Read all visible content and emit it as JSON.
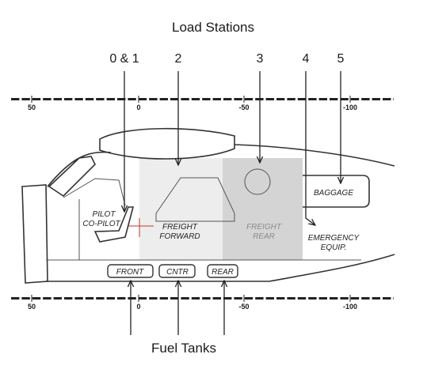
{
  "title": "Load Stations",
  "footer_label": "Fuel Tanks",
  "stations": [
    {
      "id": "0-1",
      "label": "0 & 1"
    },
    {
      "id": "2",
      "label": "2"
    },
    {
      "id": "3",
      "label": "3"
    },
    {
      "id": "4",
      "label": "4"
    },
    {
      "id": "5",
      "label": "5"
    }
  ],
  "scale": {
    "tick_labels": [
      "50",
      "0",
      "-50",
      "-100"
    ]
  },
  "zones": {
    "pilot": "PILOT",
    "copilot": "CO-PILOT",
    "freight_forward_line1": "FREIGHT",
    "freight_forward_line2": "FORWARD",
    "freight_rear_line1": "FREIGHT",
    "freight_rear_line2": "REAR",
    "baggage": "BAGGAGE",
    "emergency_line1": "EMERGENCY",
    "emergency_line2": "EQUIP."
  },
  "fuel_tanks": [
    {
      "id": "front",
      "label": "FRONT"
    },
    {
      "id": "cntr",
      "label": "CNTR"
    },
    {
      "id": "rear",
      "label": "REAR"
    }
  ],
  "colors": {
    "freight_forward_fill": "#ededed",
    "freight_rear_fill": "#d4d4d4",
    "crosshair": "#c0392b"
  }
}
